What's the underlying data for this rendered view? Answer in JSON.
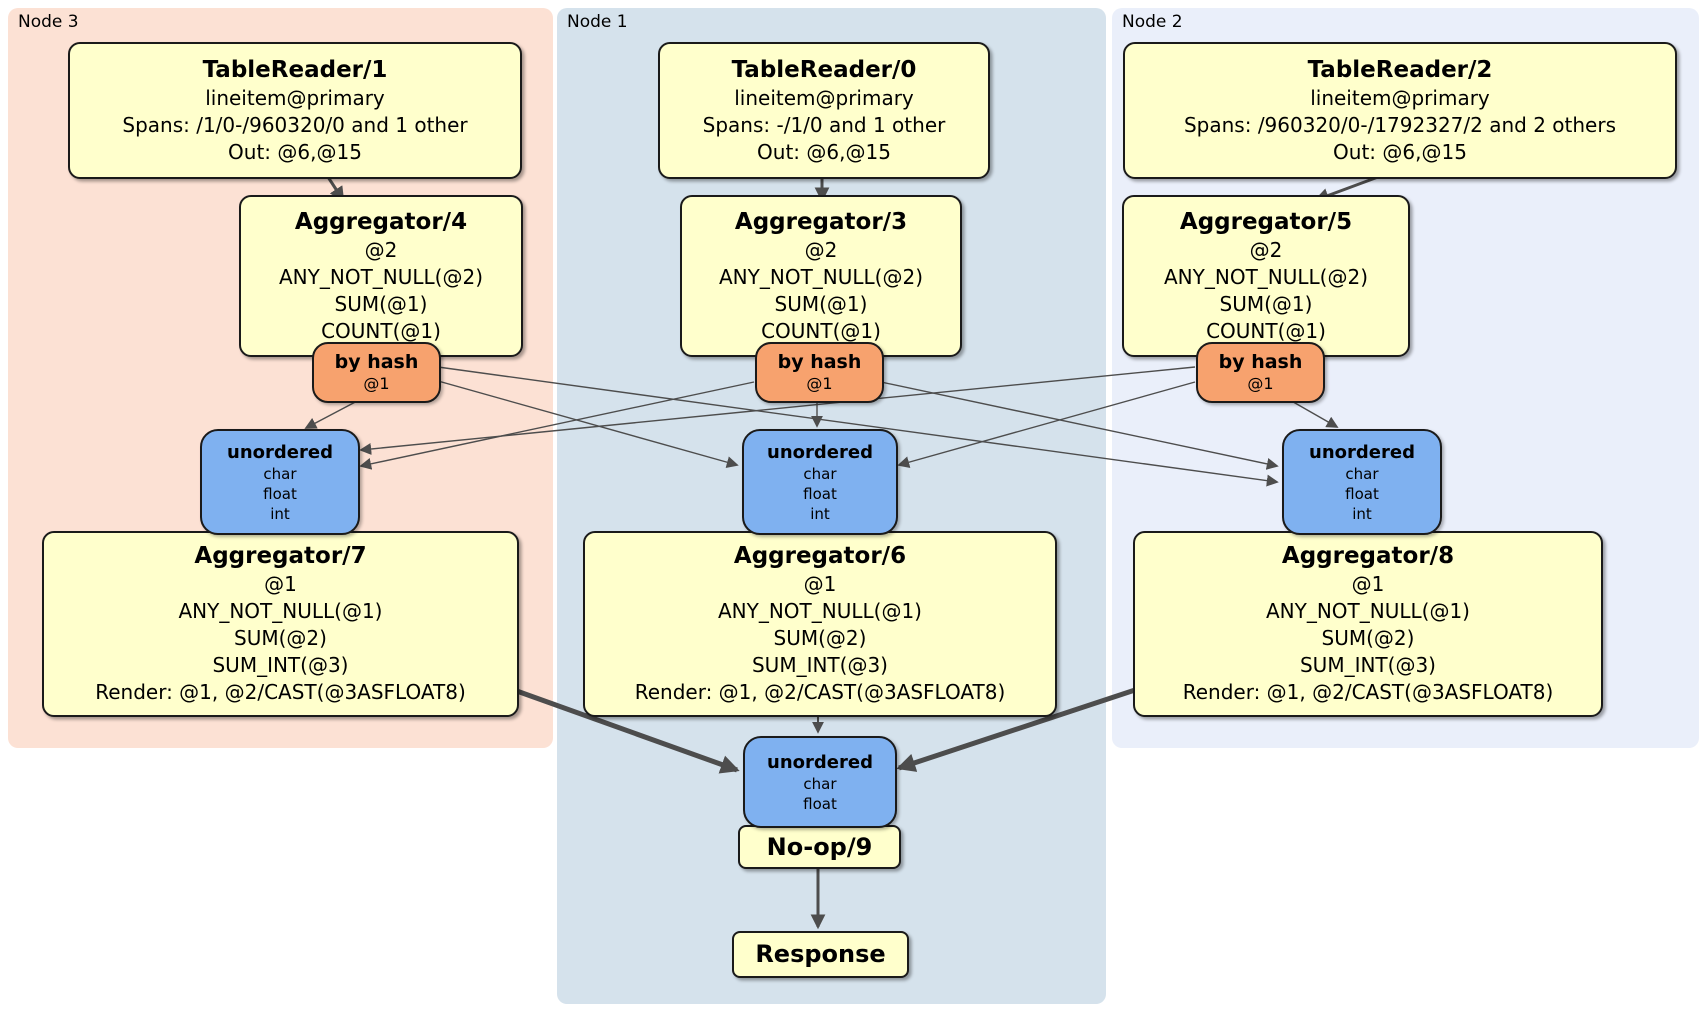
{
  "colors": {
    "node3-bg": "#fce1d4",
    "node1-bg": "#d5e2ec",
    "node2-bg": "#eaeffa",
    "box-fill": "#ffffcc",
    "router-fill": "#f7a26e",
    "sync-fill": "#7fb1f0",
    "border": "#1a1a1a",
    "edge": "#4d4d4d"
  },
  "panels": [
    {
      "label": "Node 3",
      "table_reader": {
        "title": "TableReader/1",
        "lines": [
          "lineitem@primary",
          "Spans: /1/0-/960320/0 and 1 other",
          "Out: @6,@15"
        ]
      },
      "aggregator_top": {
        "title": "Aggregator/4",
        "lines": [
          "@2",
          "ANY_NOT_NULL(@2)",
          "SUM(@1)",
          "COUNT(@1)"
        ]
      },
      "router": {
        "title": "by hash",
        "lines": [
          "@1"
        ]
      },
      "sync": {
        "title": "unordered",
        "lines": [
          "char",
          "float",
          "int"
        ]
      },
      "aggregator_bottom": {
        "title": "Aggregator/7",
        "lines": [
          "@1",
          "ANY_NOT_NULL(@1)",
          "SUM(@2)",
          "SUM_INT(@3)",
          "Render: @1, @2/CAST(@3ASFLOAT8)"
        ]
      }
    },
    {
      "label": "Node 1",
      "table_reader": {
        "title": "TableReader/0",
        "lines": [
          "lineitem@primary",
          "Spans: -/1/0 and 1 other",
          "Out: @6,@15"
        ]
      },
      "aggregator_top": {
        "title": "Aggregator/3",
        "lines": [
          "@2",
          "ANY_NOT_NULL(@2)",
          "SUM(@1)",
          "COUNT(@1)"
        ]
      },
      "router": {
        "title": "by hash",
        "lines": [
          "@1"
        ]
      },
      "sync": {
        "title": "unordered",
        "lines": [
          "char",
          "float",
          "int"
        ]
      },
      "aggregator_bottom": {
        "title": "Aggregator/6",
        "lines": [
          "@1",
          "ANY_NOT_NULL(@1)",
          "SUM(@2)",
          "SUM_INT(@3)",
          "Render: @1, @2/CAST(@3ASFLOAT8)"
        ]
      }
    },
    {
      "label": "Node 2",
      "table_reader": {
        "title": "TableReader/2",
        "lines": [
          "lineitem@primary",
          "Spans: /960320/0-/1792327/2 and 2 others",
          "Out: @6,@15"
        ]
      },
      "aggregator_top": {
        "title": "Aggregator/5",
        "lines": [
          "@2",
          "ANY_NOT_NULL(@2)",
          "SUM(@1)",
          "COUNT(@1)"
        ]
      },
      "router": {
        "title": "by hash",
        "lines": [
          "@1"
        ]
      },
      "sync": {
        "title": "unordered",
        "lines": [
          "char",
          "float",
          "int"
        ]
      },
      "aggregator_bottom": {
        "title": "Aggregator/8",
        "lines": [
          "@1",
          "ANY_NOT_NULL(@1)",
          "SUM(@2)",
          "SUM_INT(@3)",
          "Render: @1, @2/CAST(@3ASFLOAT8)"
        ]
      }
    }
  ],
  "final": {
    "sync": {
      "title": "unordered",
      "lines": [
        "char",
        "float"
      ]
    },
    "noop": {
      "title": "No-op/9"
    },
    "response": {
      "title": "Response"
    }
  }
}
